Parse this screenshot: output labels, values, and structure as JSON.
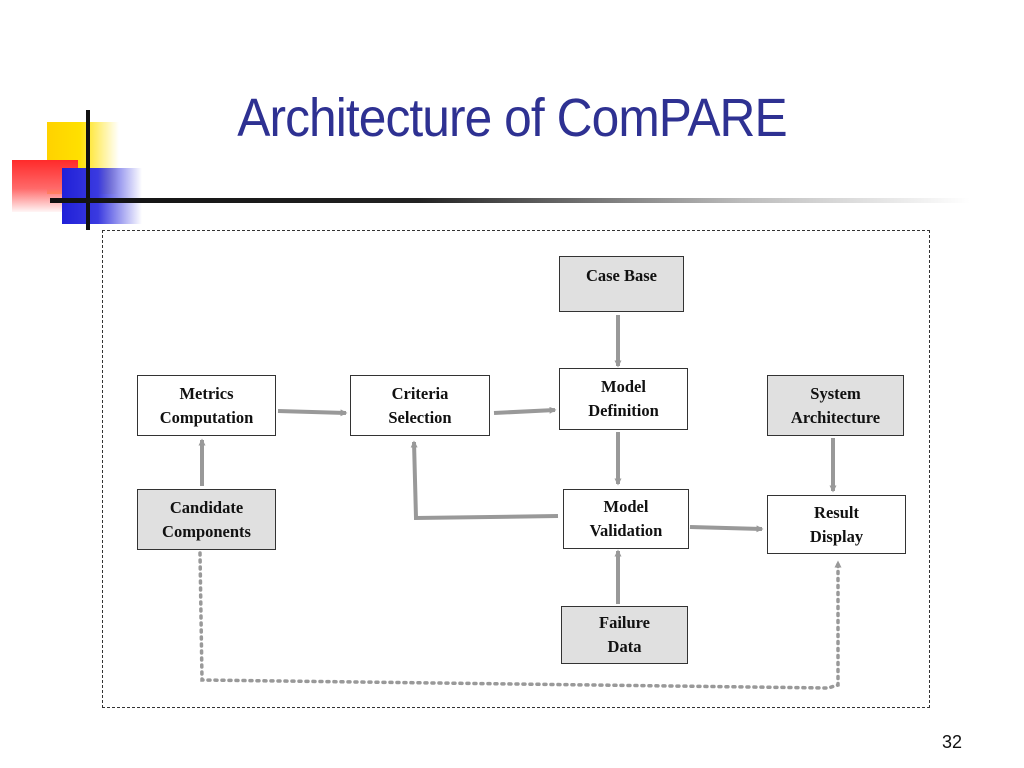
{
  "slide": {
    "title": "Architecture of ComPARE",
    "page_number": "32"
  },
  "colors": {
    "title": "#2e3192",
    "arrow": "#999999",
    "gray_box": "#e0e0e0",
    "white_box": "#ffffff",
    "border": "#333333"
  },
  "nodes": {
    "case_base": "Case Base",
    "metrics_computation": "Metrics\nComputation",
    "criteria_selection": "Criteria\nSelection",
    "model_definition": "Model\nDefinition",
    "system_architecture": "System\nArchitecture",
    "candidate_components": "Candidate\nComponents",
    "model_validation": "Model\nValidation",
    "result_display": "Result\nDisplay",
    "failure_data": "Failure\nData"
  },
  "edges": [
    {
      "from": "case_base",
      "to": "model_definition",
      "style": "solid"
    },
    {
      "from": "metrics_computation",
      "to": "criteria_selection",
      "style": "solid"
    },
    {
      "from": "criteria_selection",
      "to": "model_definition",
      "style": "solid"
    },
    {
      "from": "candidate_components",
      "to": "metrics_computation",
      "style": "solid"
    },
    {
      "from": "model_definition",
      "to": "model_validation",
      "style": "solid"
    },
    {
      "from": "model_validation",
      "to": "criteria_selection",
      "style": "solid"
    },
    {
      "from": "model_validation",
      "to": "result_display",
      "style": "solid"
    },
    {
      "from": "failure_data",
      "to": "model_validation",
      "style": "solid"
    },
    {
      "from": "system_architecture",
      "to": "result_display",
      "style": "solid"
    },
    {
      "from": "candidate_components",
      "to": "result_display",
      "style": "dotted"
    }
  ]
}
